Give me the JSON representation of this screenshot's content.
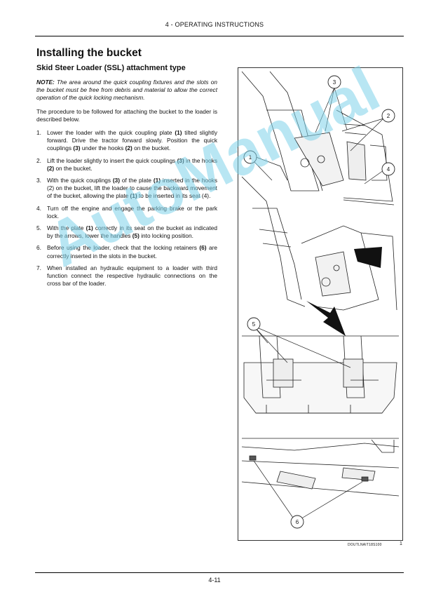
{
  "header": {
    "section": "4 - OPERATING INSTRUCTIONS"
  },
  "content": {
    "title": "Installing the bucket",
    "subtitle": "Skid Steer Loader (SSL) attachment type",
    "note_label": "NOTE:",
    "note_text": "The area around the quick coupling fixtures and the slots on the bucket must be free from debris and material to allow the correct operation of the quick locking mechanism.",
    "intro": "The procedure to be followed for attaching the bucket to the loader is described below.",
    "steps": [
      {
        "num": "1.",
        "t1": "Lower the loader with the quick coupling plate ",
        "b1": "(1)",
        "t2": " tilted slightly forward. Drive the tractor forward slowly. Position the quick couplings ",
        "b2": "(3)",
        "t3": " under the hooks ",
        "b3": "(2)",
        "t4": " on the bucket."
      },
      {
        "num": "2.",
        "t1": "Lift the loader slightly to insert the quick couplings ",
        "b1": "(3)",
        "t2": " in the hooks ",
        "b2": "(2)",
        "t3": " on the bucket.",
        "b3": "",
        "t4": ""
      },
      {
        "num": "3.",
        "t1": "With the quick couplings ",
        "b1": "(3)",
        "t2": " of the plate ",
        "b2": "(1)",
        "t3": " inserted in the hooks (2) on the bucket, lift the loader to cause the backward movement of the bucket, allowing the plate ",
        "b3": "(1)",
        "t4": " to be inserted in its seat (4)."
      },
      {
        "num": "4.",
        "t1": "Turn off the engine and engage the parking brake or the park lock.",
        "b1": "",
        "t2": "",
        "b2": "",
        "t3": "",
        "b3": "",
        "t4": ""
      },
      {
        "num": "5.",
        "t1": "With the plate ",
        "b1": "(1)",
        "t2": " correctly in its seat on the bucket as indicated by the arrows, lower the handles ",
        "b2": "(5)",
        "t3": " into locking position.",
        "b3": "",
        "t4": ""
      },
      {
        "num": "6.",
        "t1": "Before using the loader, check that the locking retainers ",
        "b1": "(6)",
        "t2": " are correctly inserted in the slots in the bucket.",
        "b2": "",
        "t3": "",
        "b3": "",
        "t4": ""
      },
      {
        "num": "7.",
        "t1": "When installed an hydraulic equipment to a loader with third function connect the respective hydraulic connections on the cross bar of the loader.",
        "b1": "",
        "t2": "",
        "b2": "",
        "t3": "",
        "b3": "",
        "t4": ""
      }
    ]
  },
  "figure": {
    "callouts": [
      "1",
      "2",
      "3",
      "4",
      "5",
      "6"
    ],
    "caption": "DOUTLNAIT18S100",
    "number": "1"
  },
  "watermark": "AutoManual",
  "footer": {
    "page": "4-11"
  }
}
